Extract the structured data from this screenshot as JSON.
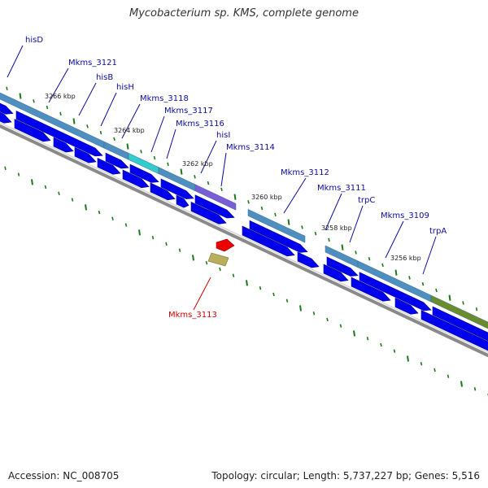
{
  "title": "Mycobacterium sp. KMS, complete genome",
  "accession": "Accession: NC_008705",
  "topology": "Topology: circular; Length: 5,737,227 bp; Genes: 5,516",
  "colors": {
    "backbone": "#8a8a8a",
    "forward_cds": "#0000ee",
    "reverse_cds": "#ee0000",
    "tick": "#1a7a1a",
    "forward_label": "#0b0b9e",
    "reverse_label": "#d40000"
  },
  "kbp_ticks": [
    "3266 kbp",
    "3264 kbp",
    "3262 kbp",
    "3260 kbp",
    "3258 kbp",
    "3256 kbp"
  ],
  "genes": [
    {
      "name": "hisD",
      "strand": "forward",
      "band_color": "#4f8fc0"
    },
    {
      "name": "Mkms_3121",
      "strand": "forward",
      "band_color": "#4f8fc0"
    },
    {
      "name": "hisB",
      "strand": "forward",
      "band_color": "#4f8fc0"
    },
    {
      "name": "hisH",
      "strand": "forward",
      "band_color": "#4f8fc0"
    },
    {
      "name": "Mkms_3118",
      "strand": "forward",
      "band_color": "#4f8fc0"
    },
    {
      "name": "Mkms_3117",
      "strand": "forward",
      "band_color": "#33cccc"
    },
    {
      "name": "Mkms_3116",
      "strand": "forward",
      "band_color": "#4f8fc0"
    },
    {
      "name": "hisI",
      "strand": "forward",
      "band_color": "#4f8fc0"
    },
    {
      "name": "Mkms_3114",
      "strand": "forward",
      "band_color": "#7a5cd6"
    },
    {
      "name": "Mkms_3113",
      "strand": "reverse",
      "band_color": "#b8ae5c"
    },
    {
      "name": "Mkms_3112",
      "strand": "forward",
      "band_color": "#4f8fc0"
    },
    {
      "name": "Mkms_3111",
      "strand": "forward",
      "band_color": "#4f8fc0"
    },
    {
      "name": "trpC",
      "strand": "forward",
      "band_color": "#4f8fc0"
    },
    {
      "name": "Mkms_3109",
      "strand": "forward",
      "band_color": "#4f8fc0"
    },
    {
      "name": "trpA",
      "strand": "forward",
      "band_color": "#6b8c2a"
    }
  ]
}
